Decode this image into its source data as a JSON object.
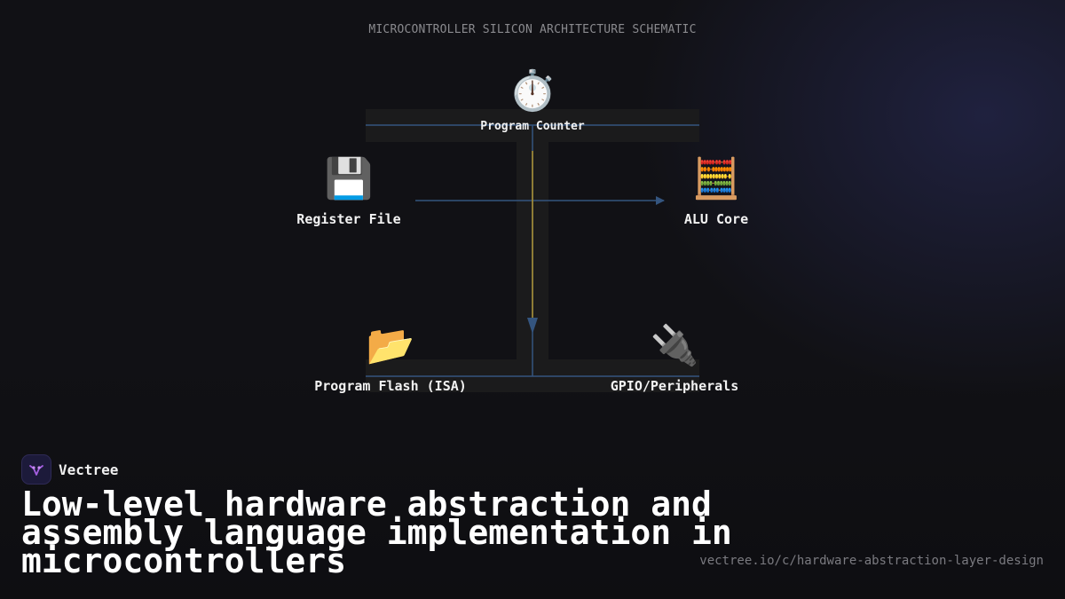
{
  "diagram": {
    "title": "MICROCONTROLLER SILICON ARCHITECTURE SCHEMATIC",
    "nodes": {
      "program_counter": {
        "icon": "⏱️",
        "icon_name": "stopwatch-icon",
        "label": "Program Counter"
      },
      "register_file": {
        "icon": "💾",
        "icon_name": "floppy-disk-icon",
        "label": "Register File"
      },
      "alu_core": {
        "icon": "🧮",
        "icon_name": "abacus-icon",
        "label": "ALU Core"
      },
      "program_flash": {
        "icon": "📂",
        "icon_name": "open-folder-icon",
        "label": "Program Flash (ISA)"
      },
      "gpio": {
        "icon": "🔌",
        "icon_name": "plug-icon",
        "label": "GPIO/Peripherals"
      }
    },
    "colors": {
      "wire": "#34557f",
      "accent_wire": "#b99a2c",
      "trace_fill": "#1b1b1c"
    }
  },
  "brand": {
    "name": "Vectree",
    "logo_icon": "vectree-logo-icon"
  },
  "headline": "Low-level hardware abstraction and assembly language implementation in microcontrollers",
  "url": "vectree.io/c/hardware-abstraction-layer-design"
}
